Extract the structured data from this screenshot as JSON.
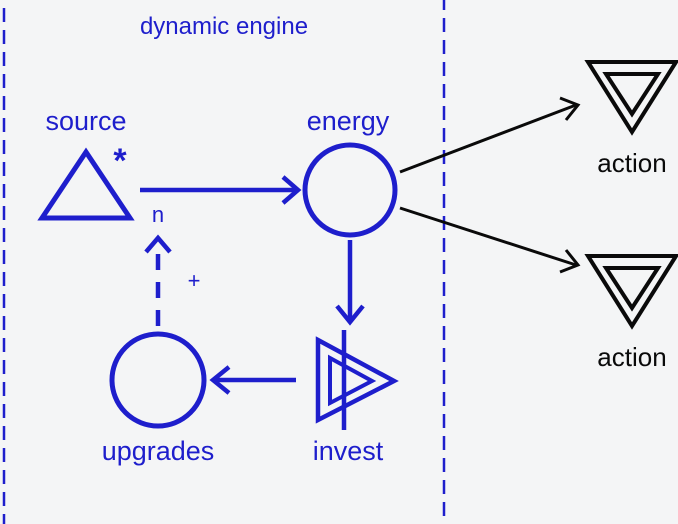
{
  "colors": {
    "background": "#f4f5f6",
    "engine": "#1e1ecc",
    "external": "#0a0a0a"
  },
  "engine": {
    "title": "dynamic engine"
  },
  "nodes": {
    "source": {
      "label": "source",
      "marker": "*",
      "shape": "triangle-up"
    },
    "energy": {
      "label": "energy",
      "shape": "pool-circle"
    },
    "upgrades": {
      "label": "upgrades",
      "shape": "pool-circle"
    },
    "invest": {
      "label": "invest",
      "shape": "converter-triangle"
    },
    "action_1": {
      "label": "action",
      "shape": "drain-triangle-down"
    },
    "action_2": {
      "label": "action",
      "shape": "drain-triangle-down"
    }
  },
  "edges": {
    "source_to_energy": {
      "label": "n",
      "style": "solid"
    },
    "upgrades_to_source": {
      "label": "+",
      "style": "dashed"
    }
  }
}
